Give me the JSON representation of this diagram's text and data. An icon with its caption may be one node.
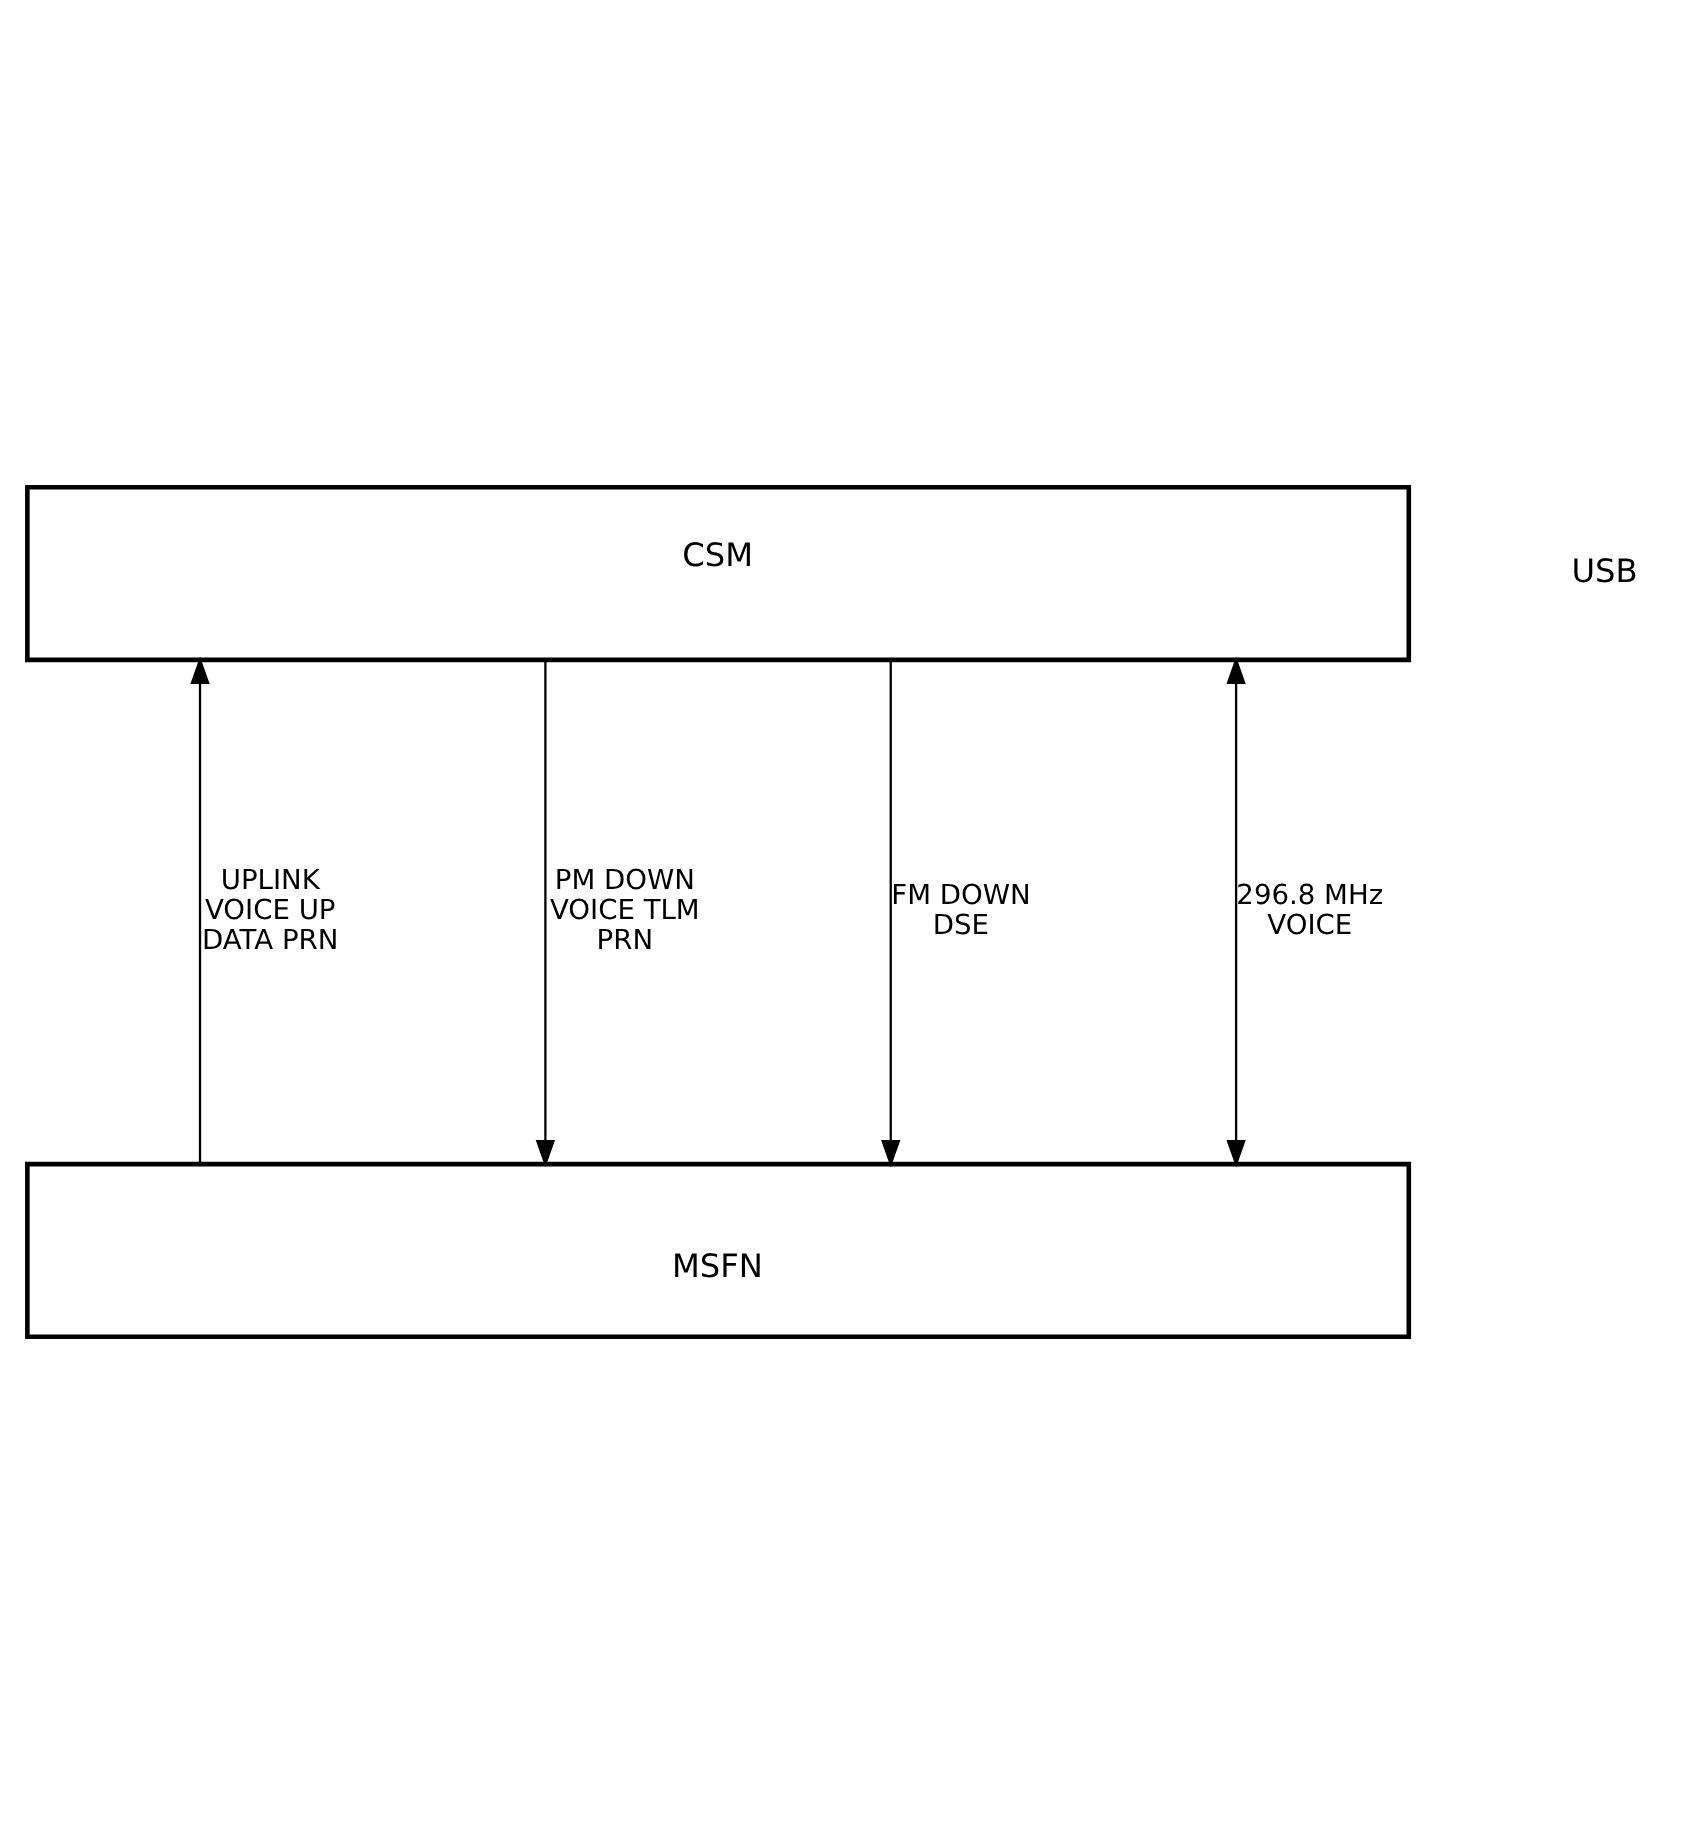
{
  "diagram": {
    "nodes": [
      {
        "text": [
          "CSM"
        ]
      },
      {
        "text": [
          "MSFN"
        ]
      }
    ],
    "edges": [
      {
        "from": 1,
        "to": 0,
        "arrow": "to",
        "label": "UPLINK VOICE UP DATA PRN"
      },
      {
        "from": 0,
        "to": 1,
        "arrow": "to",
        "label": "PM DOWN VOICE TLM PRN"
      },
      {
        "from": 0,
        "to": 1,
        "arrow": "to",
        "label": "FM DOWN DSE"
      },
      {
        "from": 0,
        "to": 1,
        "arrow": "both",
        "label": "296.8 MHz VOICE"
      }
    ],
    "labels": [
      "USB"
    ]
  }
}
